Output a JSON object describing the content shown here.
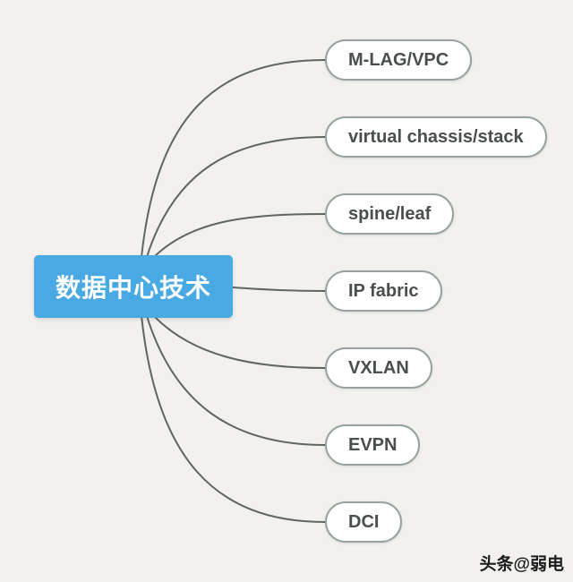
{
  "diagram": {
    "type": "mindmap",
    "root": {
      "label": "数据中心技术"
    },
    "nodes": [
      {
        "label": "M-LAG/VPC"
      },
      {
        "label": "virtual chassis/stack"
      },
      {
        "label": "spine/leaf"
      },
      {
        "label": "IP fabric"
      },
      {
        "label": "VXLAN"
      },
      {
        "label": "EVPN"
      },
      {
        "label": "DCI"
      }
    ],
    "watermark": "头条@弱电",
    "colors": {
      "root_background": "#49a9e3",
      "root_text": "#ffffff",
      "node_border": "#97a19f",
      "node_text": "#4a4f4e",
      "connector": "#5f6563",
      "background": "#f2f1ee"
    }
  }
}
